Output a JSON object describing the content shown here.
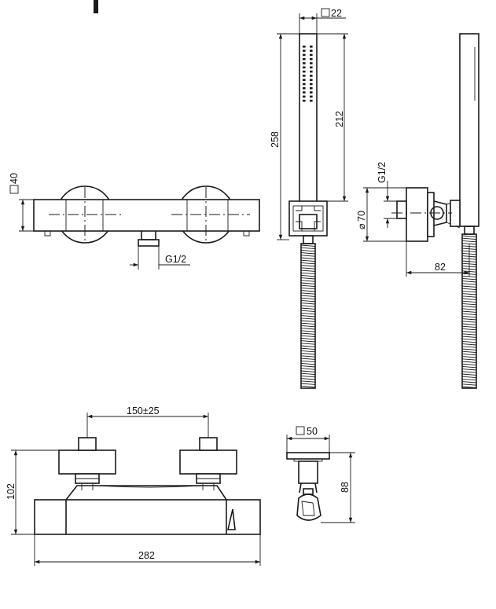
{
  "dimensions": {
    "square_22": "22",
    "square_40": "40",
    "length_258": "258",
    "length_212": "212",
    "thread_left": "G1/2",
    "thread_right": "G1/2",
    "diameter_70": "70",
    "depth_82": "82",
    "spacing_150": "150±25",
    "height_102": "102",
    "width_282": "282",
    "square_50": "50",
    "height_88": "88"
  },
  "symbols": {
    "square": "□",
    "diameter": "⌀"
  }
}
